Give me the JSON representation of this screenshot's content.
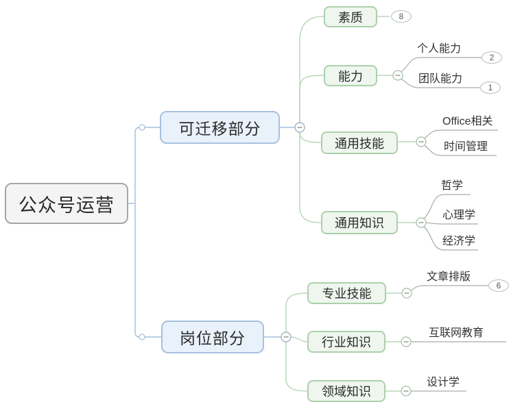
{
  "root": {
    "label": "公众号运营"
  },
  "branches": [
    {
      "label": "可迁移部分",
      "children": [
        {
          "label": "素质",
          "badge": "8",
          "children": []
        },
        {
          "label": "能力",
          "children": [
            {
              "label": "个人能力",
              "badge": "2"
            },
            {
              "label": "团队能力",
              "badge": "1"
            }
          ]
        },
        {
          "label": "通用技能",
          "children": [
            {
              "label": "Office相关"
            },
            {
              "label": "时间管理"
            }
          ]
        },
        {
          "label": "通用知识",
          "children": [
            {
              "label": "哲学"
            },
            {
              "label": "心理学"
            },
            {
              "label": "经济学"
            }
          ]
        }
      ]
    },
    {
      "label": "岗位部分",
      "children": [
        {
          "label": "专业技能",
          "children": [
            {
              "label": "文章排版",
              "badge": "6"
            }
          ]
        },
        {
          "label": "行业知识",
          "children": [
            {
              "label": "互联网教育"
            }
          ]
        },
        {
          "label": "领域知识",
          "children": [
            {
              "label": "设计学"
            }
          ]
        }
      ]
    }
  ],
  "icons": {
    "collapse_button": "minus-in-circle",
    "junction": "small-circle"
  },
  "colors": {
    "root_fill": "#f4f4f4",
    "root_border": "#a6a6a6",
    "branch_fill": "#e9f1fa",
    "branch_border": "#a6c1de",
    "topic_fill": "#eef6ee",
    "topic_border": "#abd0ab",
    "line_blue": "#a6c1de",
    "line_green": "#b9d7b9",
    "line_gray": "#aaaaaa",
    "badge_border": "#b2c3b2",
    "text": "#2b2b2b"
  }
}
